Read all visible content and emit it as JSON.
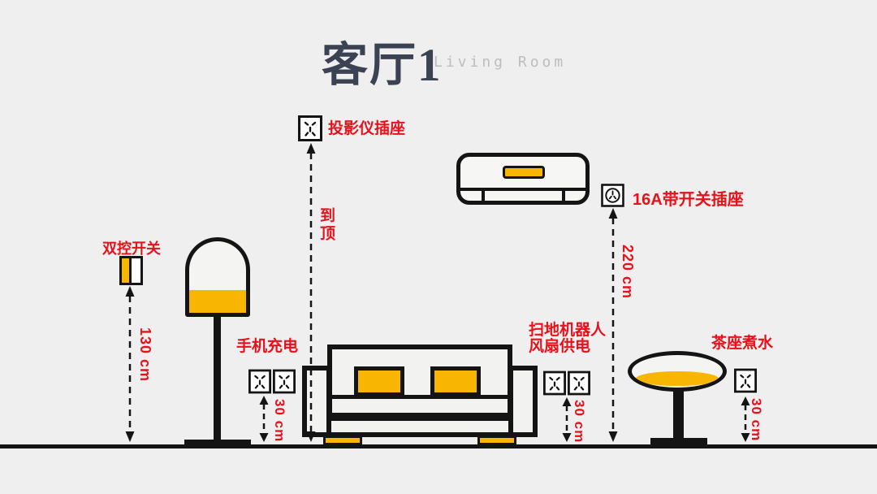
{
  "title": {
    "main": "客厅1",
    "sub": "Living Room"
  },
  "labels": {
    "projector_outlet": "投影仪插座",
    "to_ceiling": "到顶",
    "switch_16a_outlet": "16A带开关插座",
    "double_control_switch": "双控开关",
    "phone_charging": "手机充电",
    "robot_line1": "扫地机器人",
    "robot_line2": "风扇供电",
    "tea_table_kettle": "茶座煮水"
  },
  "dimensions": {
    "switch_height": "130 cm",
    "ac_outlet_height": "220 cm",
    "sofa_outlet_height": "30 cm",
    "robot_outlet_height": "30 cm",
    "tea_outlet_height": "30 cm"
  },
  "colors": {
    "accent_yellow": "#f8b602",
    "label_red": "#e8101b",
    "line_black": "#141414",
    "background": "#efefef",
    "title_dark": "#3b4252",
    "subtitle_gray": "#bdbdbd"
  },
  "icons": [
    "socket-5hole-icon",
    "socket-16a-icon",
    "double-switch-icon",
    "floor-lamp",
    "sofa",
    "air-conditioner",
    "round-table",
    "floor-line"
  ]
}
